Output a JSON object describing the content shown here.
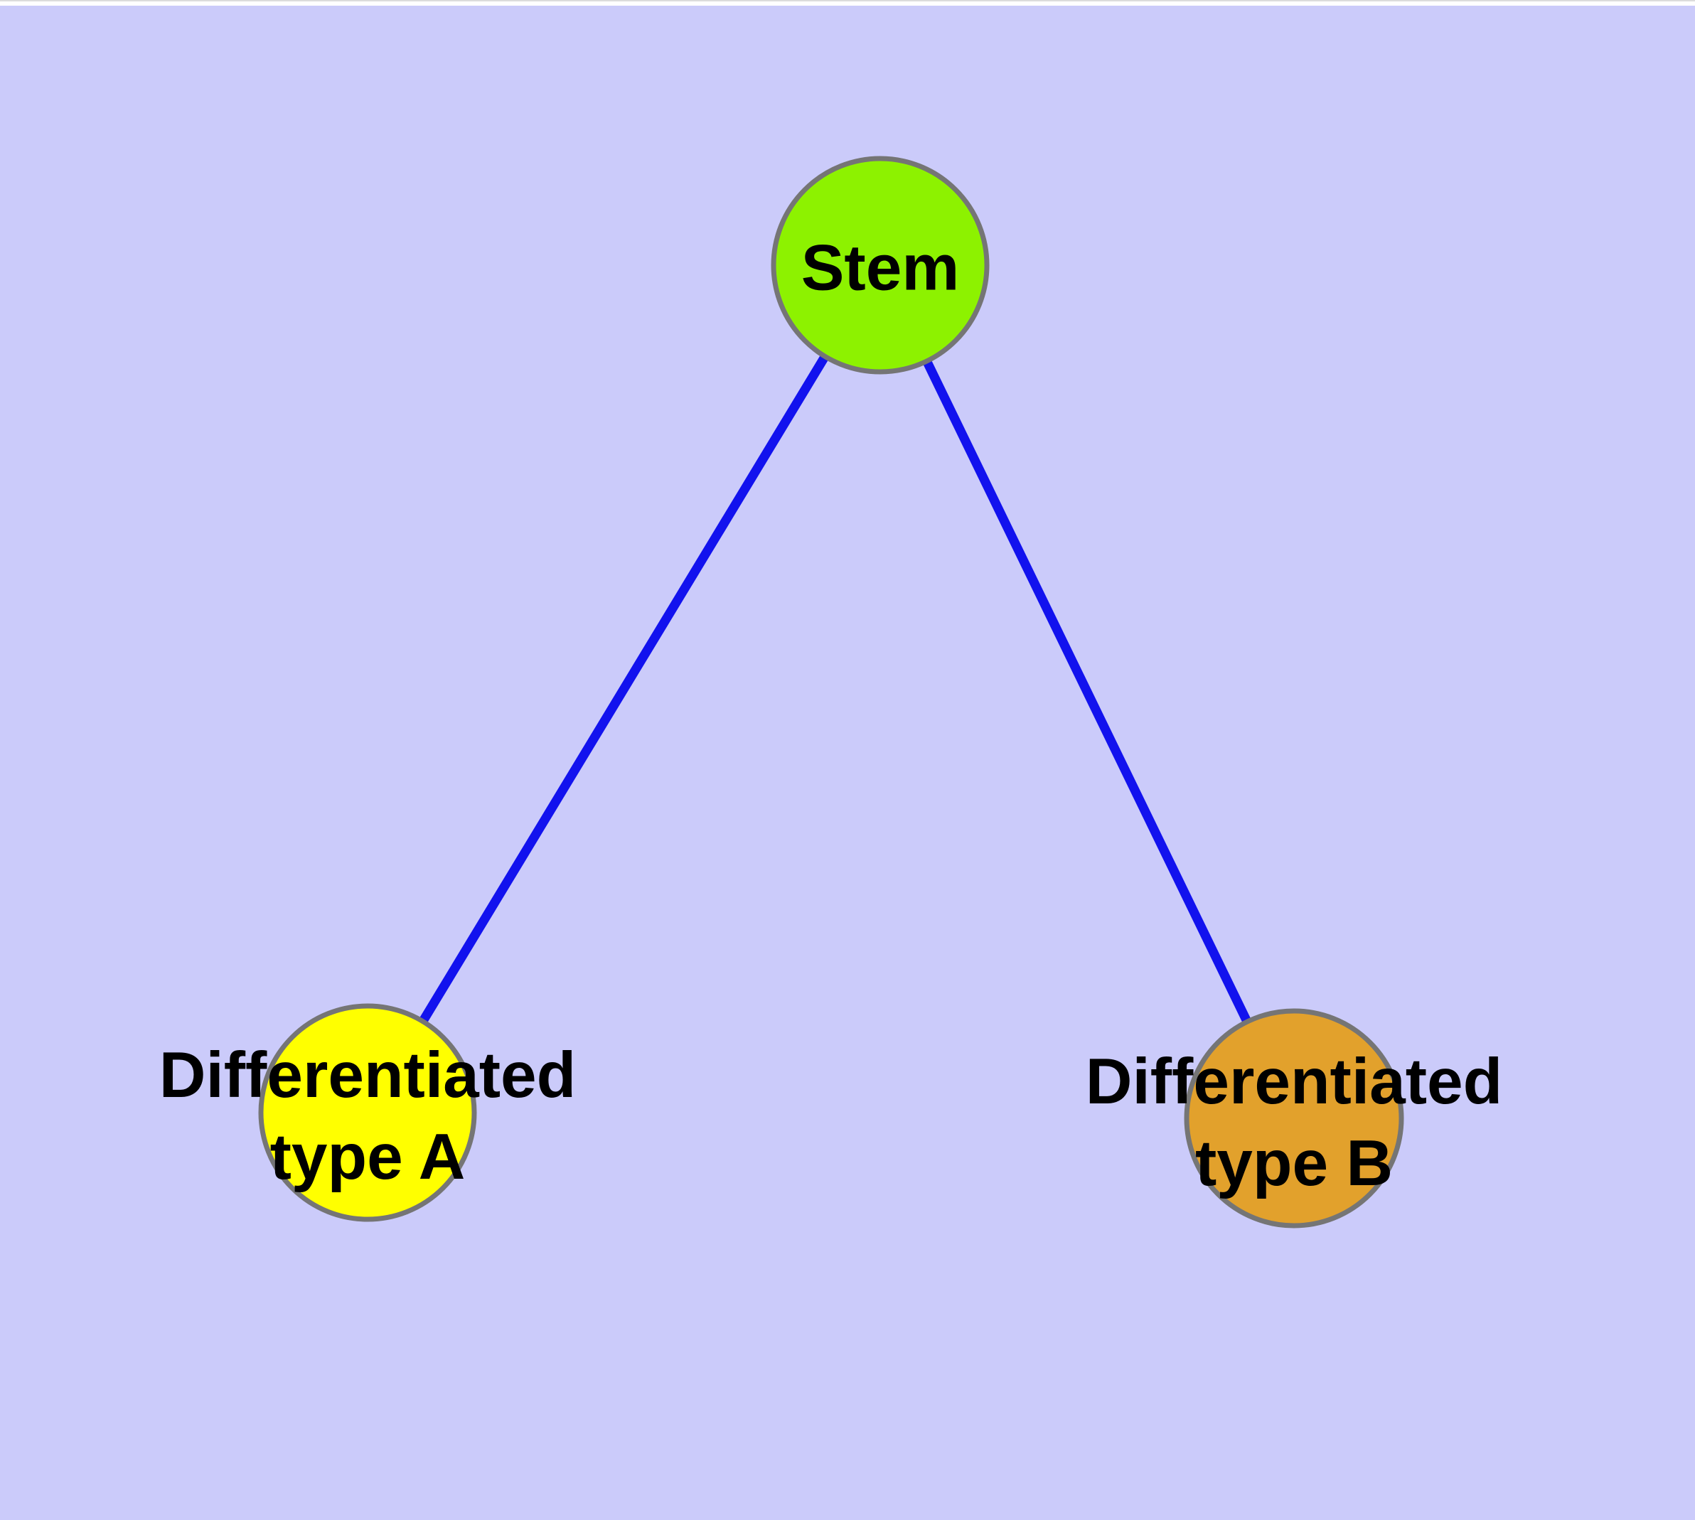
{
  "figure": {
    "background_color": "#CBCBFA",
    "top_strip_color": "#FFFFFF",
    "edge_color": "#1212EE",
    "node_border_color": "#757575",
    "label_color": "#000000",
    "nodes": [
      {
        "id": "stem",
        "label": "Stem",
        "label_lines": [
          "Stem"
        ],
        "fill": "#8DF200"
      },
      {
        "id": "type_a",
        "label": "Differentiated type A",
        "label_lines": [
          "Differentiated",
          "type A"
        ],
        "fill": "#FFFF00"
      },
      {
        "id": "type_b",
        "label": "Differentiated type B",
        "label_lines": [
          "Differentiated",
          "type B"
        ],
        "fill": "#E2A12C"
      }
    ],
    "edges": [
      {
        "from": "Stem",
        "to": "Differentiated type A"
      },
      {
        "from": "Stem",
        "to": "Differentiated type B"
      }
    ]
  }
}
